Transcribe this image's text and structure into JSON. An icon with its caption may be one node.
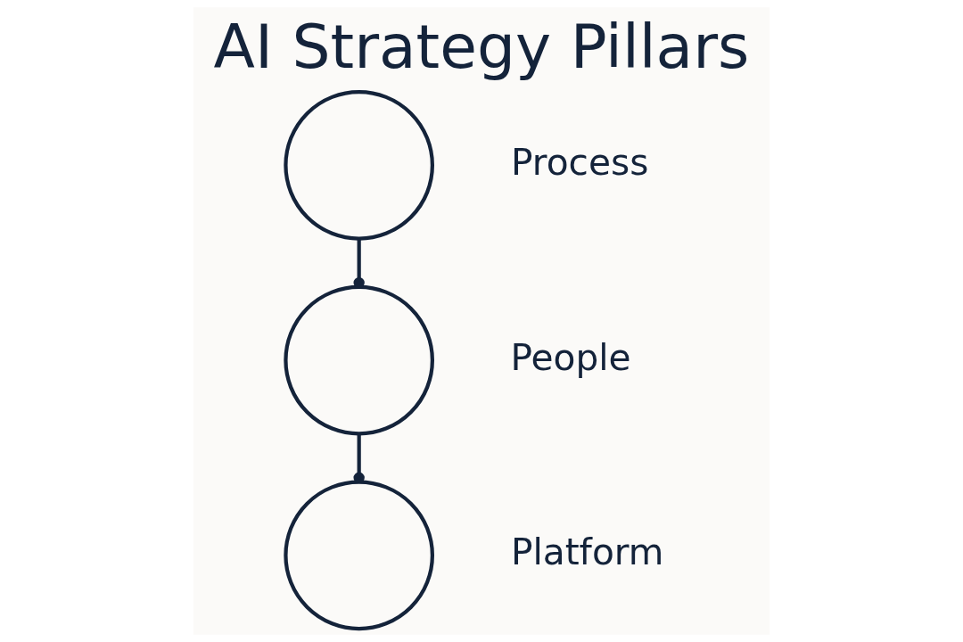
{
  "diagram": {
    "title": "AI Strategy Pillars",
    "nodes": [
      {
        "text": [],
        "shape": "circle",
        "beside": [
          "Process"
        ]
      },
      {
        "text": [],
        "shape": "circle",
        "beside": [
          "People"
        ]
      },
      {
        "text": [],
        "shape": "circle",
        "beside": [
          "Platform"
        ]
      }
    ],
    "edges": [
      {
        "from": 0,
        "to": 1,
        "arrow": "other"
      },
      {
        "from": 1,
        "to": 2,
        "arrow": "other"
      }
    ]
  }
}
